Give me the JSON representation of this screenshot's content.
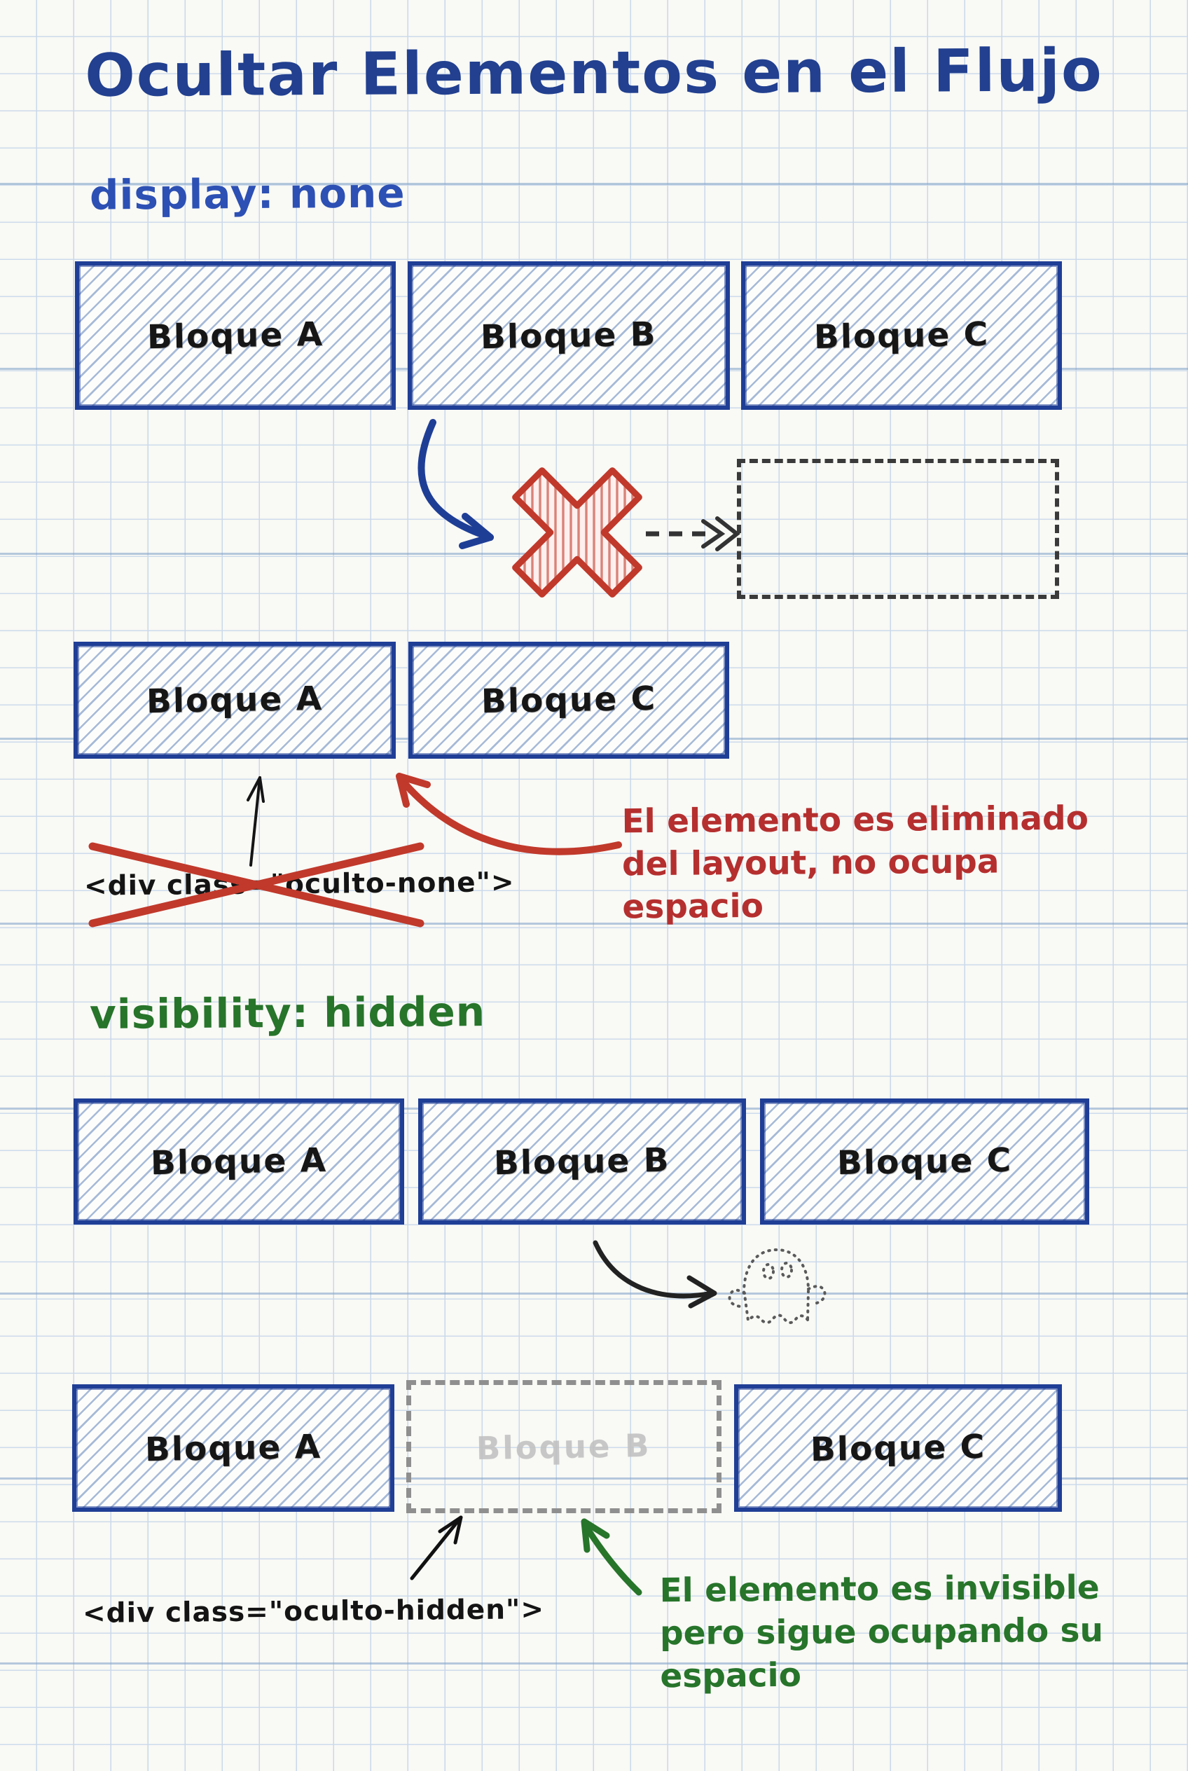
{
  "title": "Ocultar Elementos en el Flujo",
  "display_none": {
    "heading": "display: none",
    "blocks_before": [
      "Bloque A",
      "Bloque B",
      "Bloque C"
    ],
    "blocks_after": [
      "Bloque A",
      "Bloque C"
    ],
    "code": "<div class=\"oculto-none\">",
    "annotation_lines": [
      "El elemento es eliminado",
      "del layout, no ocupa",
      "espacio"
    ]
  },
  "visibility_hidden": {
    "heading": "visibility: hidden",
    "blocks_before": [
      "Bloque A",
      "Bloque B",
      "Bloque C"
    ],
    "blocks_after": [
      "Bloque A",
      "Bloque B",
      "Bloque C"
    ],
    "hidden_block_label": "Bloque B",
    "code": "<div class=\"oculto-hidden\">",
    "annotation_lines": [
      "El elemento es invisible",
      "pero sigue ocupando su",
      "espacio"
    ]
  },
  "icons": {
    "cross": "red-x-icon",
    "ghost": "ghost-icon",
    "arrows": [
      "curved-arrow-icon",
      "dashed-arrow-icon",
      "up-arrow-icon"
    ]
  },
  "colors": {
    "paper": "#f9f9f5",
    "grid": "#cddbec",
    "title_blue": "#22408f",
    "heading_blue": "#2c50b4",
    "heading_green": "#27742b",
    "block_border": "#1f3e96",
    "block_hatch": "#5f82b9",
    "red_accent": "#c0392b",
    "red_text": "#b52f2f",
    "dashed_dark": "#3a3a3a",
    "dashed_gray": "#8f8f8f",
    "ghost_gray": "#5a5a5a"
  }
}
